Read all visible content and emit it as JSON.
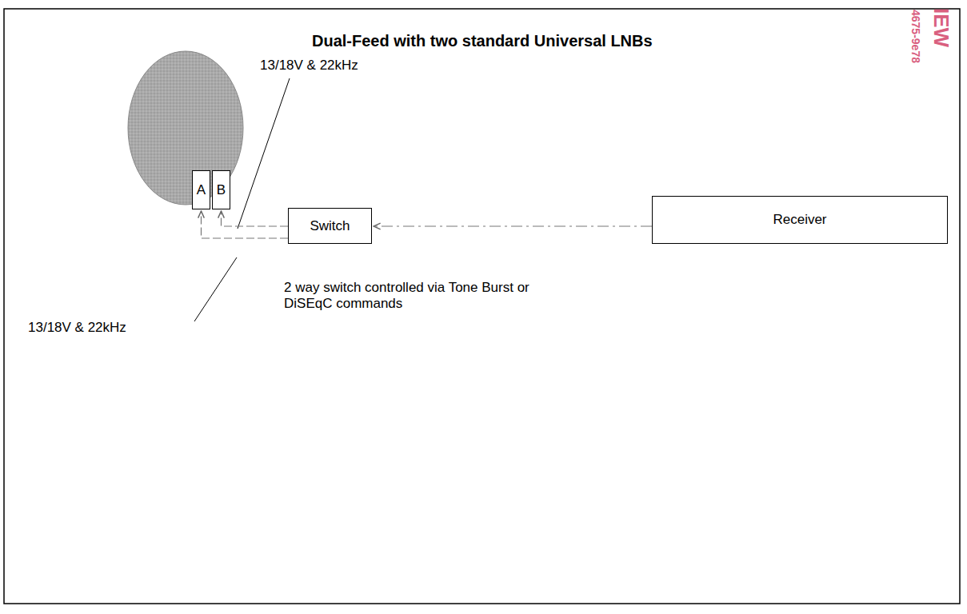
{
  "diagram": {
    "title": "Dual-Feed with two standard Universal LNBs",
    "nodes": [
      {
        "text": [
          "A"
        ]
      },
      {
        "text": [
          "B"
        ]
      },
      {
        "text": [
          "Switch"
        ]
      },
      {
        "text": [
          "Receiver"
        ]
      }
    ],
    "edges": [
      {
        "from": 2,
        "to": 0,
        "arrow": "to"
      },
      {
        "from": 2,
        "to": 1,
        "arrow": "to"
      },
      {
        "from": 3,
        "to": 2,
        "arrow": "to"
      }
    ],
    "labels": [
      "13/18V & 22kHz",
      "13/18V & 22kHz",
      "2 way switch controlled via Tone Burst or DiSEqC commands",
      "IEW",
      "4675-9e78"
    ]
  }
}
